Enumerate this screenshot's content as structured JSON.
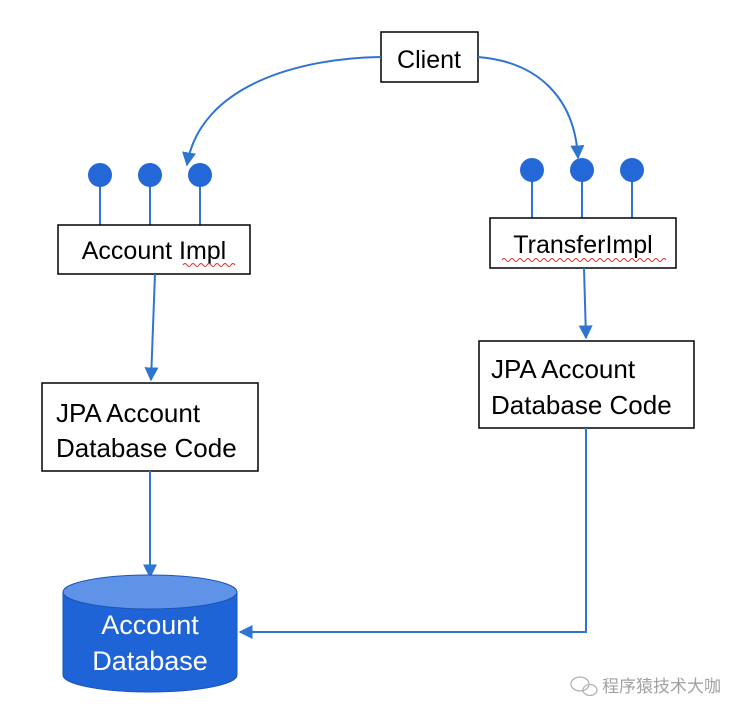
{
  "diagram": {
    "client": "Client",
    "account_impl": "Account Impl",
    "transfer_impl": "TransferImpl",
    "jpa_left": {
      "line1": "JPA Account",
      "line2": "Database Code"
    },
    "jpa_right": {
      "line1": "JPA Account",
      "line2": "Database Code"
    },
    "database": {
      "line1": "Account",
      "line2": "Database"
    }
  },
  "watermark": "程序猿技术大咖",
  "colors": {
    "line": "#2E75D2",
    "node": "#2468D8",
    "db_fill": "#1F64D6",
    "db_top": "#5F93E8",
    "box_border": "#000000",
    "squiggle": "#D93025"
  }
}
